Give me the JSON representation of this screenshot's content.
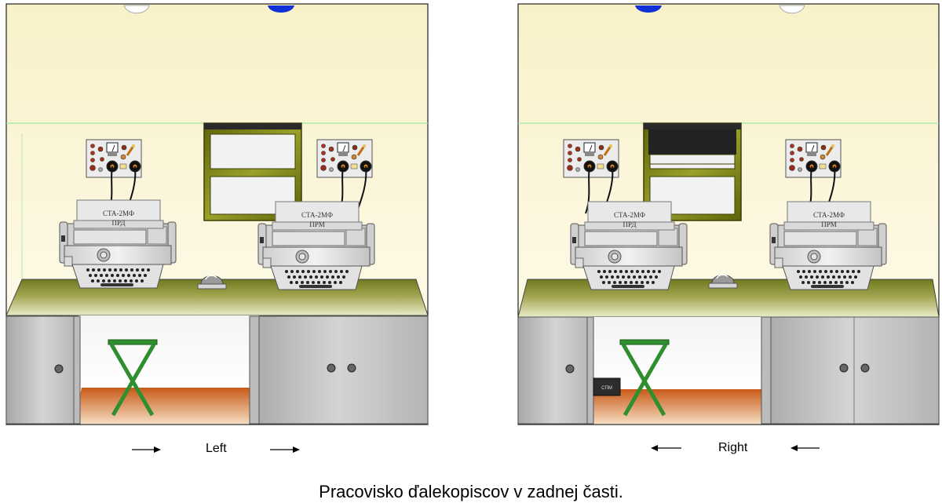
{
  "panels": [
    {
      "id": "left",
      "label": "Left",
      "teleprinters": [
        {
          "model": "СТА-2МФ",
          "role": "ПРД"
        },
        {
          "model": "СТА-2МФ",
          "role": "ПРМ"
        }
      ]
    },
    {
      "id": "right",
      "label": "Right",
      "teleprinters": [
        {
          "model": "СТА-2МФ",
          "role": "ПРД"
        },
        {
          "model": "СТА-2МФ",
          "role": "ПРМ"
        }
      ],
      "box_label": "СПМ"
    }
  ],
  "caption": "Pracovisko ďalekopiscov v zadnej časti.",
  "colors": {
    "wall": "#fcf7dc",
    "desk_top": "#8e9436",
    "cabinet": "#c4c4c4",
    "floor": "#d8702a",
    "frame_olive": "#7c8010",
    "stool": "#2e8b2e",
    "lamp_blue": "#1030d8"
  }
}
